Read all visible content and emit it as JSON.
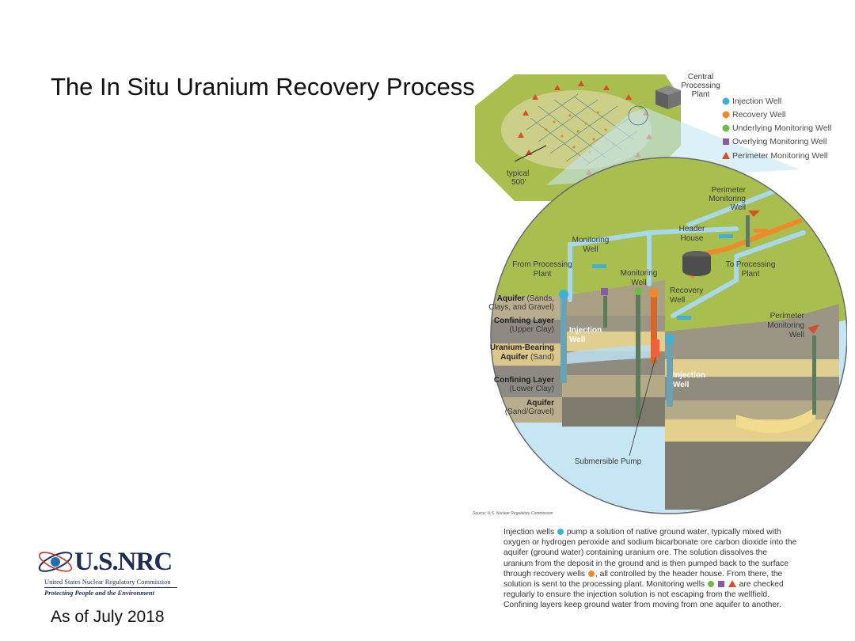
{
  "slide": {
    "title": "The In Situ Uranium Recovery Process",
    "as_of": "As of July 2018"
  },
  "logo": {
    "name": "U.S.NRC",
    "subtitle": "United States Nuclear Regulatory Commission",
    "tagline": "Protecting People and the Environment"
  },
  "legend": [
    {
      "label": "Injection Well",
      "color": "#3fb0d6",
      "shape": "circle"
    },
    {
      "label": "Recovery Well",
      "color": "#f0892a",
      "shape": "circle"
    },
    {
      "label": "Underlying Monitoring Well",
      "color": "#6dbd45",
      "shape": "circle"
    },
    {
      "label": "Overlying Monitoring Well",
      "color": "#8a5aa8",
      "shape": "square"
    },
    {
      "label": "Perimeter Monitoring Well",
      "color": "#d4502a",
      "shape": "triangle"
    }
  ],
  "diagram": {
    "central_plant": [
      "Central",
      "Processing",
      "Plant"
    ],
    "typical": [
      "typical",
      "500'"
    ],
    "perimeter_top": [
      "Perimeter",
      "Monitoring",
      "Well"
    ],
    "perimeter_right": [
      "Perimeter",
      "Monitoring",
      "Well"
    ],
    "header_house": [
      "Header",
      "House"
    ],
    "monitoring_well_a": [
      "Monitoring",
      "Well"
    ],
    "monitoring_well_b": [
      "Monitoring",
      "Well"
    ],
    "from_plant": [
      "From Processing",
      "Plant"
    ],
    "to_plant": [
      "To Processing",
      "Plant"
    ],
    "recovery_well": [
      "Recovery",
      "Well"
    ],
    "injection_left": [
      "Injection",
      "Well"
    ],
    "injection_right": [
      "Injection",
      "Well"
    ],
    "submersible_pump": "Submersible Pump",
    "layers": [
      {
        "bold": "Aquifer",
        "rest": " (Sands,",
        "line2": "Clays, and Gravel)"
      },
      {
        "bold": "Confining Layer",
        "rest": "",
        "line2": "(Upper Clay)"
      },
      {
        "bold": "Uranium-Bearing",
        "rest": "",
        "line2_bold": "Aquifer",
        "line2": " (Sand)"
      },
      {
        "bold": "Confining Layer",
        "rest": "",
        "line2": "(Lower Clay)"
      },
      {
        "bold": "Aquifer",
        "rest": "",
        "line2": "(Sand/Gravel)"
      }
    ]
  },
  "source": "Source: U.S. Nuclear Regulatory Commission",
  "caption": {
    "p1": "Injection wells",
    "p2": "pump a solution of native ground water, typically mixed with oxygen or hydrogen peroxide and sodium bicarbonate ore carbon dioxide into the aquifer (ground water) containing uranium ore. The solution dissolves the uranium from the deposit in the ground and is then pumped back to the surface through recovery wells",
    "p3": ", all controlled by the header house. From there, the solution is sent to the processing plant. Monitoring wells",
    "p4": "are checked regularly to ensure the injection solution is not escaping from the wellfield. Confining layers keep ground water from moving from one aquifer to another."
  },
  "colors": {
    "injection": "#3fb0d6",
    "recovery": "#f0892a",
    "underlying": "#6dbd45",
    "overlying": "#8a5aa8",
    "perimeter": "#d4502a",
    "ground": "#a8be4f",
    "sky_beam": "#c5e6f2"
  }
}
